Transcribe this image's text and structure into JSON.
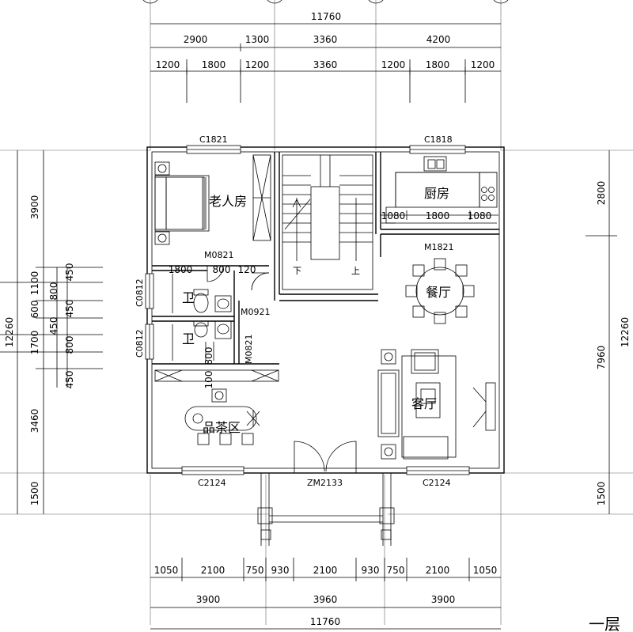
{
  "dimensions": {
    "top_total": "11760",
    "top_row1": [
      "2900",
      "1300",
      "3360",
      "4200"
    ],
    "top_row2": [
      "1200",
      "1800",
      "1200",
      "3360",
      "1200",
      "1800",
      "1200"
    ],
    "bottom_row1": [
      "1050",
      "2100",
      "750",
      "930",
      "2100",
      "930",
      "750",
      "2100",
      "1050"
    ],
    "bottom_row2": [
      "3900",
      "3960",
      "3900"
    ],
    "bottom_total": "11760",
    "left_outer": "12260",
    "left_main": [
      "3900",
      "3460",
      "1500"
    ],
    "left_detail": [
      "1100",
      "600",
      "1700",
      "450"
    ],
    "left_inner": [
      "450",
      "800",
      "450",
      "450",
      "800",
      "450"
    ],
    "right_outer": "12260",
    "right_main": [
      "2800",
      "7960",
      "1500"
    ],
    "kitchen": [
      "1080",
      "1800",
      "1080"
    ],
    "bedroom_inner": [
      "1800",
      "800",
      "120"
    ]
  },
  "openings": {
    "window_bedroom": "C1821",
    "window_kitchen": "C1818",
    "door_bedroom": "M0821",
    "door_dining": "M1821",
    "door_bath": "M0921",
    "door_bath2": "M0821",
    "window_bath1": "C0812",
    "window_bath2": "C0812",
    "window_front_left": "C2124",
    "window_front_right": "C2124",
    "main_door": "ZM2133"
  },
  "rooms": {
    "bedroom": "老人房",
    "kitchen": "厨房",
    "dining": "餐厅",
    "living": "客厅",
    "tea": "品茶区",
    "bath1": "卫",
    "bath2": "卫"
  },
  "stairs": {
    "down": "下",
    "up": "上"
  },
  "bath_notes": [
    "800",
    "100"
  ],
  "title_fragment": "一层"
}
